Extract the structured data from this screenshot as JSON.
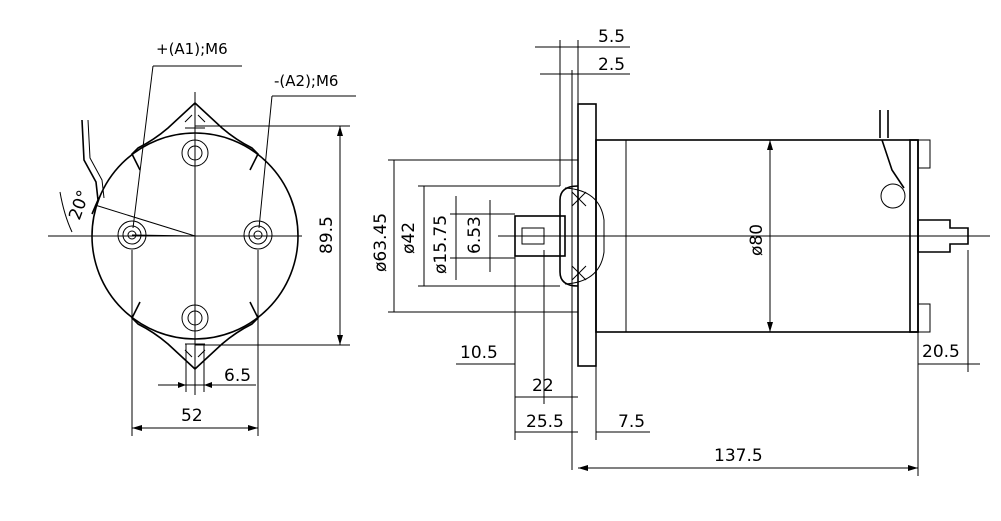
{
  "front_view": {
    "a1_label": "+(A1);M6",
    "a2_label": "-(A2);M6",
    "angle_label": "20°",
    "height_label": "89.5",
    "width_label": "52",
    "slot_label": "6.5"
  },
  "side_view": {
    "dim_55": "5.5",
    "dim_25": "2.5",
    "dia_6345": "ø63.45",
    "dia_42": "ø42",
    "dia_1575": "ø15.75",
    "dim_653": "6.53",
    "dia_80": "ø80",
    "dim_105": "10.5",
    "dim_22": "22",
    "dim_255": "25.5",
    "dim_75": "7.5",
    "dim_1375": "137.5",
    "dim_205": "20.5"
  }
}
